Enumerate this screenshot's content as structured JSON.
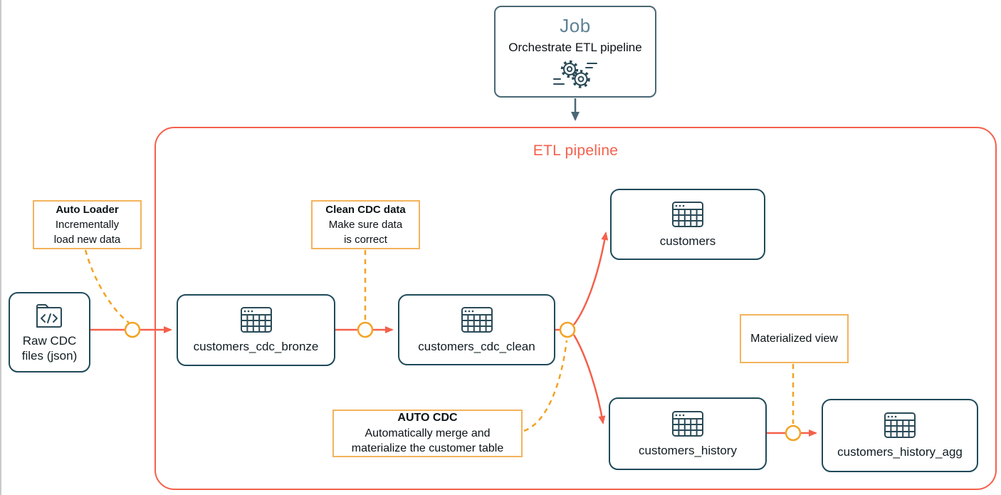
{
  "colors": {
    "accent_red": "#F4604B",
    "node_border": "#1E4A59",
    "job_border": "#4A6774",
    "job_title": "#5E8295",
    "annotation_border": "#F3B35C",
    "connector_gold": "#F2A324"
  },
  "job": {
    "title": "Job",
    "subtitle": "Orchestrate ETL pipeline",
    "icon": "gears-icon"
  },
  "pipeline": {
    "label": "ETL pipeline"
  },
  "source": {
    "line1": "Raw CDC",
    "line2": "files (json)",
    "icon": "code-folder-icon"
  },
  "tables": {
    "bronze": "customers_cdc_bronze",
    "clean": "customers_cdc_clean",
    "customers": "customers",
    "history": "customers_history",
    "history_agg": "customers_history_agg"
  },
  "annotations": {
    "auto_loader": {
      "title": "Auto Loader",
      "line1": "Incrementally",
      "line2": "load new data"
    },
    "clean_cdc": {
      "title": "Clean CDC data",
      "line1": "Make sure data",
      "line2": "is correct"
    },
    "auto_cdc": {
      "title": "AUTO CDC",
      "line1": "Automatically merge and",
      "line2": "materialize the customer table"
    },
    "materialized_view": {
      "label": "Materialized view"
    }
  }
}
